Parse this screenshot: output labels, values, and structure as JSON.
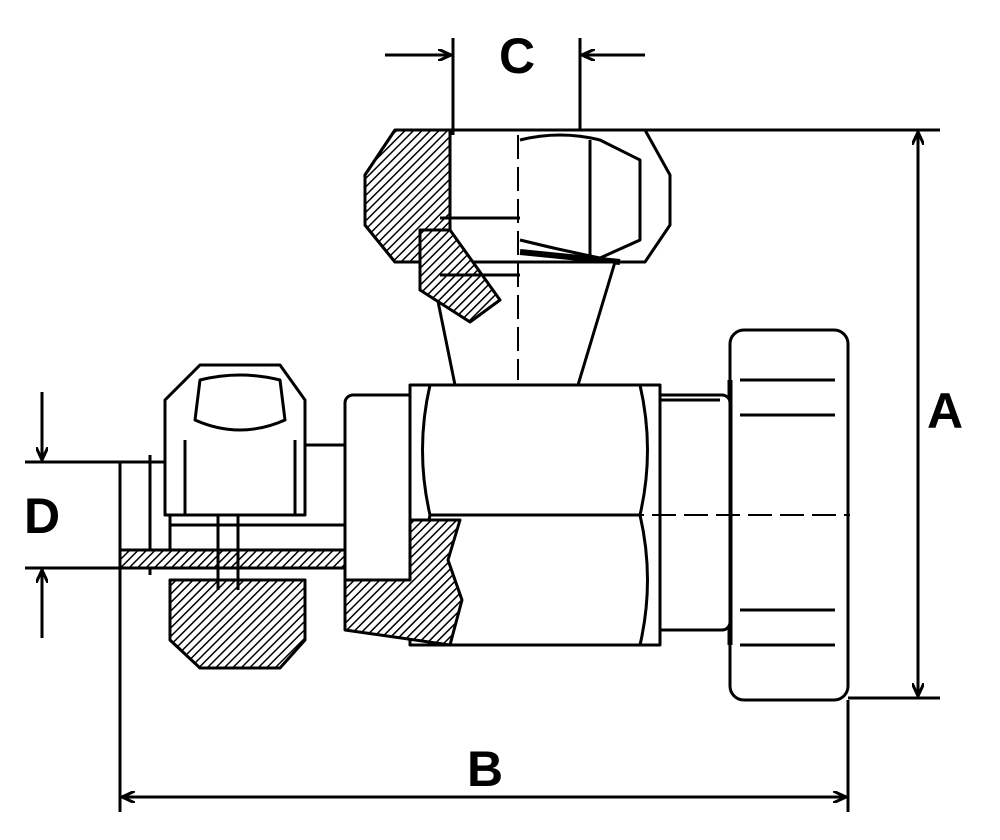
{
  "diagram": {
    "dimension_labels": {
      "a": "A",
      "b": "B",
      "c": "C",
      "d": "D"
    },
    "colors": {
      "line": "#000000",
      "background": "#ffffff"
    }
  }
}
